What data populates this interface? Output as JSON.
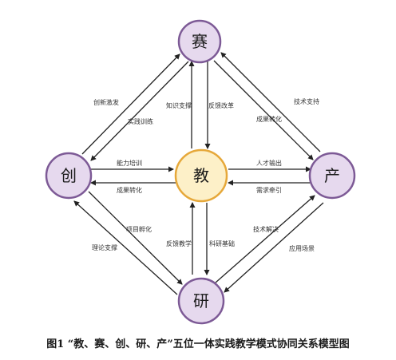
{
  "colors": {
    "outer_fill": "#e6d9ee",
    "outer_stroke": "#7d5a96",
    "center_fill": "#fdf0c8",
    "center_stroke": "#e6a83a",
    "arrow": "#222222"
  },
  "nodes": {
    "sai": "赛",
    "chuang": "创",
    "jiao": "教",
    "chan": "产",
    "yan": "研"
  },
  "edges": {
    "chuangxin_jifa": "创新激发",
    "shijian_xunlian": "实践训练",
    "zhishi_zhicheng": "知识支撑",
    "fankui_gaige": "反馈改革",
    "jishu_zhichi": "技术支持",
    "chengguo_zhuanhua_1": "成果转化",
    "nengli_peixun": "能力培训",
    "chengguo_zhuanhua_2": "成果转化",
    "rencai_shuchu": "人才输出",
    "xuqiu_qianyin": "需求牵引",
    "xiangmu_fuhua": "项目孵化",
    "lilun_zhicheng": "理论支撑",
    "fankui_jiaoxue": "反馈教学",
    "keyan_jichu": "科研基础",
    "jishu_jiejue": "技术解决",
    "yingyong_changjing": "应用场景"
  },
  "caption": "图1 “教、赛、创、研、产”五位一体实践教学模式协同关系模型图"
}
